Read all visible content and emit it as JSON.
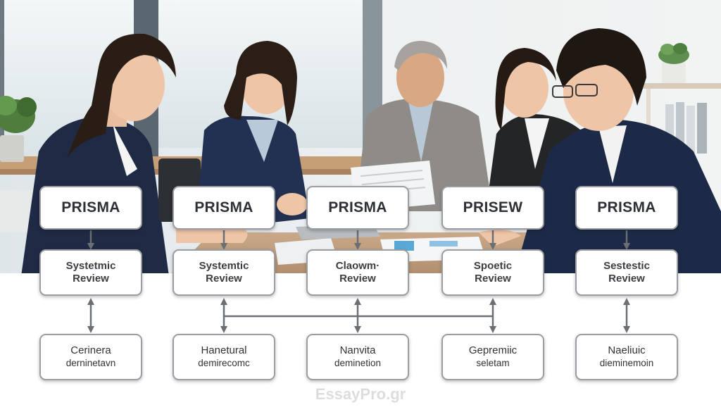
{
  "columns": [
    {
      "top_label": "PRISMA",
      "mid_line1": "Systetmic",
      "mid_line2": "Review",
      "bot_line1": "Cerinera",
      "bot_line2": "derninetavn"
    },
    {
      "top_label": "PRISMA",
      "mid_line1": "Systemtic",
      "mid_line2": "Review",
      "bot_line1": "Hanetural",
      "bot_line2": "demirecomc"
    },
    {
      "top_label": "PRISMA",
      "mid_line1": "Claowm·",
      "mid_line2": "Review",
      "bot_line1": "Nanvita",
      "bot_line2": "deminetion"
    },
    {
      "top_label": "PRISEW",
      "mid_line1": "Spoetic",
      "mid_line2": "Review",
      "bot_line1": "Gepremiic",
      "bot_line2": "seletam"
    },
    {
      "top_label": "PRISMA",
      "mid_line1": "Sestestic",
      "mid_line2": "Review",
      "bot_line1": "Naeliuic",
      "bot_line2": "dieminemoin"
    }
  ],
  "watermark": "EssayPro.gr",
  "colors": {
    "box_border": "#9a9da2",
    "arrow": "#6b6e73",
    "text": "#2d3036"
  }
}
